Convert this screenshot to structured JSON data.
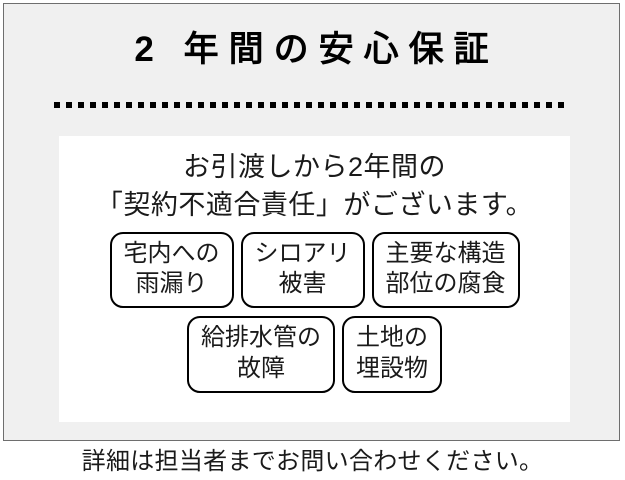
{
  "banner": {
    "title": "2 年間の安心保証",
    "divider": "dotted-rule"
  },
  "card": {
    "lead_lines": [
      "お引渡しから2年間の",
      "「契約不適合責任」がございます。"
    ],
    "pill_rows": [
      {
        "pills": [
          {
            "lines": [
              "宅内への",
              "雨漏り"
            ]
          },
          {
            "lines": [
              "シロアリ",
              "被害"
            ]
          },
          {
            "lines": [
              "主要な構造",
              "部位の腐食"
            ]
          }
        ]
      },
      {
        "pills": [
          {
            "lines": [
              "給排水管の",
              "故障"
            ]
          },
          {
            "lines": [
              "土地の",
              "埋設物"
            ]
          }
        ]
      }
    ]
  },
  "footer": {
    "note": "詳細は担当者までお問い合わせください。"
  },
  "colors": {
    "panel_background": "#f0f0f0",
    "panel_border": "#6e6e6e",
    "card_background": "#ffffff",
    "text": "#1a1a1a",
    "title_text": "#000000",
    "pill_border": "#000000",
    "page_background": "#ffffff"
  }
}
